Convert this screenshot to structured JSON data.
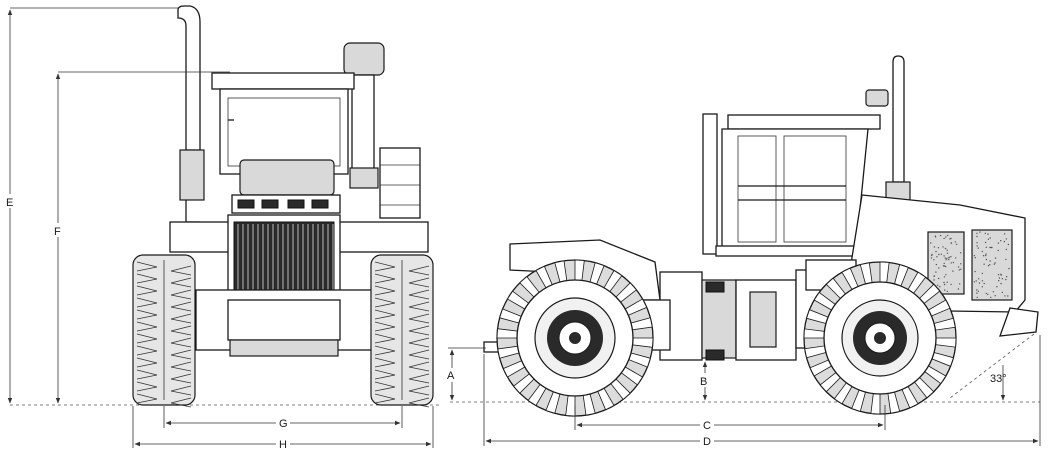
{
  "dimension_labels": {
    "A": "A",
    "B": "B",
    "C": "C",
    "D": "D",
    "E": "E",
    "F": "F",
    "G": "G",
    "H": "H"
  },
  "angle_label": "33°"
}
